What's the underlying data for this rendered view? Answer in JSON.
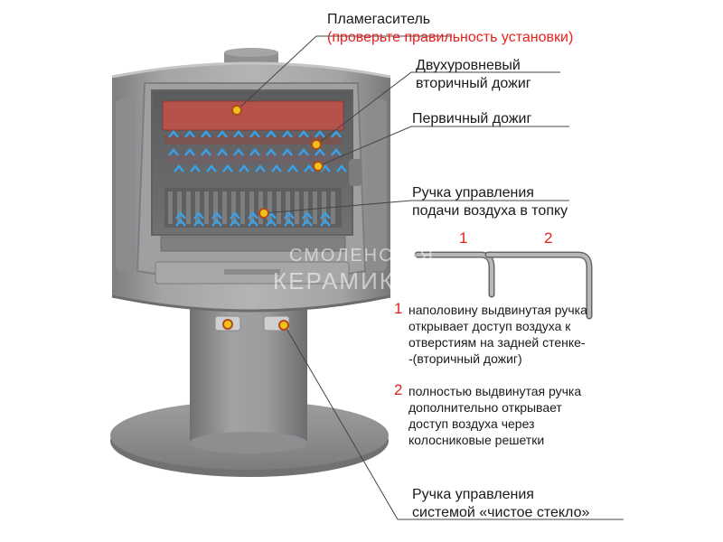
{
  "labels": {
    "flame_arrester": "Пламегаситель",
    "flame_arrester_note": "(проверьте правильность установки)",
    "secondary_l1": "Двухуровневый",
    "secondary_l2": "вторичный дожиг",
    "primary": "Первичный дожиг",
    "air_control_l1": "Ручка управления",
    "air_control_l2": "подачи воздуха в топку",
    "clean_glass_l1": "Ручка управления",
    "clean_glass_l2": "системой «чистое стекло»"
  },
  "handle_positions": {
    "pos1": "1",
    "pos2": "2"
  },
  "notes": {
    "n1_num": "1",
    "n1_l1": "наполовину выдвинутая ручка",
    "n1_l2": "открывает доступ воздуха к",
    "n1_l3": "отверстиям на задней стенке-",
    "n1_l4": "-(вторичный дожиг)",
    "n2_num": "2",
    "n2_l1": "полностью выдвинутая ручка",
    "n2_l2": "дополнительно открывает",
    "n2_l3": "доступ воздуха через",
    "n2_l4": "колосниковые решетки"
  },
  "watermark": {
    "line1": "СМОЛЕНСКАЯ",
    "line2": "КЕРАМИКА"
  },
  "colors": {
    "accent": "#e8211d",
    "stove": "#8d8f91",
    "baffle": "#b5524a",
    "flame_blue": "#3aa0e8",
    "marker": "#f2c21b"
  }
}
